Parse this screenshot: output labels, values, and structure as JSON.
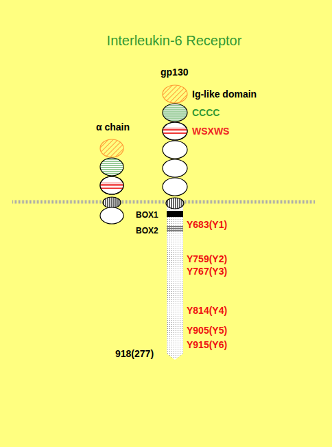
{
  "diagram": {
    "title": "Interleukin-6 Receptor",
    "labels": [
      "gp130",
      "Ig-like domain",
      "CCCC",
      "WSXWS",
      "α chain",
      "BOX1",
      "BOX2",
      "Y683(Y1)",
      "Y759(Y2)",
      "Y767(Y3)",
      "Y814(Y4)",
      "Y905(Y5)",
      "Y915(Y6)",
      "918(277)"
    ]
  }
}
